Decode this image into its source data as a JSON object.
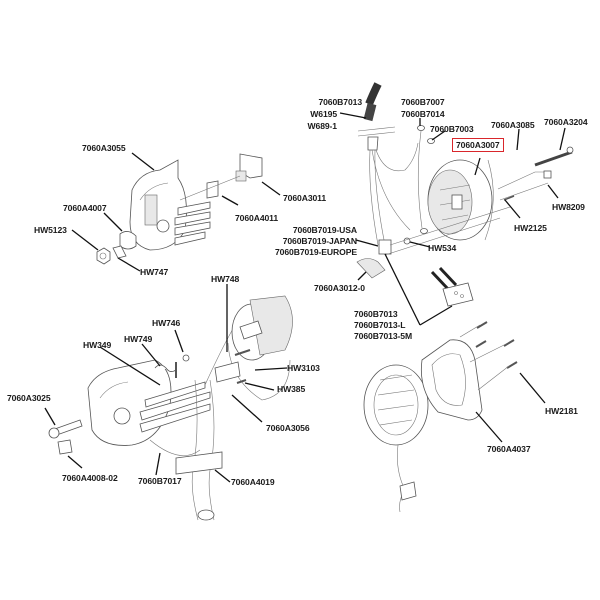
{
  "diagram": {
    "title": "",
    "highlight_color": "#d9262b",
    "highlighted_part": "7060A3007",
    "labels": {
      "p7060A3055": "7060A3055",
      "p7060A4007": "7060A4007",
      "pHW5123": "HW5123",
      "pHW747": "HW747",
      "p7060A4011": "7060A4011",
      "p7060A3011": "7060A3011",
      "p7060B7013_top": "7060B7013",
      "pW6195": "W6195",
      "pW689_1": "W689-1",
      "p7060B7007": "7060B7007",
      "p7060B7014": "7060B7014",
      "p7060B7003": "7060B7003",
      "p7060A3085": "7060A3085",
      "p7060A3204": "7060A3204",
      "p7060A3007": "7060A3007",
      "pHW8209": "HW8209",
      "pHW2125": "HW2125",
      "p7060B7019_USA": "7060B7019-USA",
      "p7060B7019_JAPAN": "7060B7019-JAPAN",
      "p7060B7019_EUROPE": "7060B7019-EUROPE",
      "pHW534": "HW534",
      "p7060A3012_0": "7060A3012-0",
      "p7060B7013_bot": "7060B7013",
      "p7060B7013_L": "7060B7013-L",
      "p7060B7013_5M": "7060B7013-5M",
      "pHW748": "HW748",
      "pHW746": "HW746",
      "pHW749": "HW749",
      "pHW349": "HW349",
      "pHW3103": "HW3103",
      "pHW385": "HW385",
      "p7060A3025": "7060A3025",
      "p7060A3056": "7060A3056",
      "p7060A4008_02": "7060A4008-02",
      "p7060B7017": "7060B7017",
      "p7060A4019": "7060A4019",
      "pHW2181": "HW2181",
      "p7060A4037": "7060A4037"
    }
  }
}
